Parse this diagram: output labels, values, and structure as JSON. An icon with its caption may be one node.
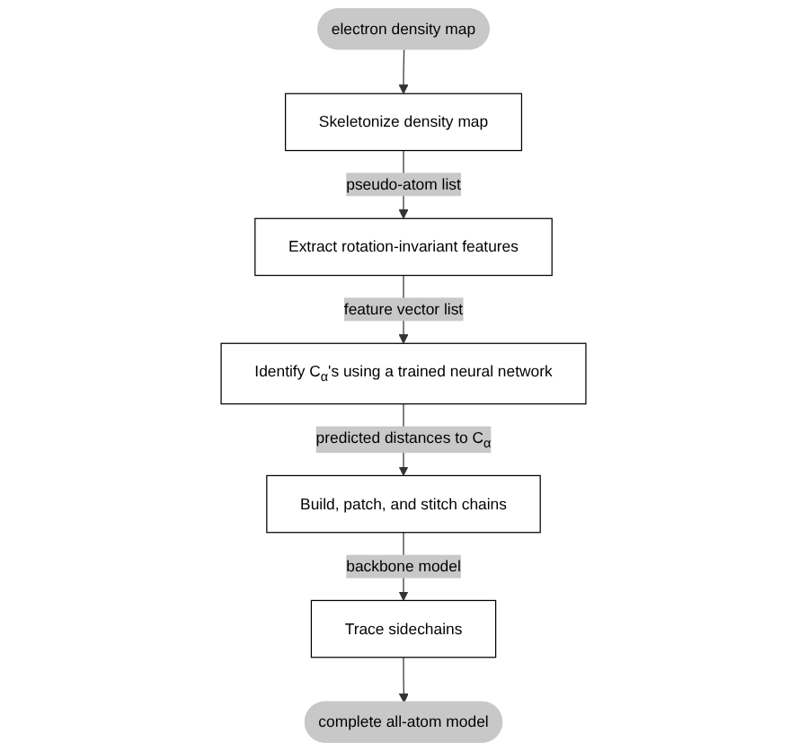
{
  "diagram": {
    "nodes": [
      {
        "text": [
          "electron density map"
        ]
      },
      {
        "text": [
          "Skeletonize density map"
        ]
      },
      {
        "text": [
          "Extract rotation-invariant features"
        ]
      },
      {
        "text": [
          "Identify C$_{α}$'s using a trained neural network"
        ]
      },
      {
        "text": [
          "Build, patch, and stitch chains"
        ]
      },
      {
        "text": [
          "Trace sidechains"
        ]
      },
      {
        "text": [
          "complete all-atom model"
        ]
      }
    ],
    "edges": [
      {
        "from": 0,
        "to": 1,
        "arrow": "to"
      },
      {
        "from": 1,
        "to": 2,
        "arrow": "to",
        "label": "pseudo-atom list"
      },
      {
        "from": 2,
        "to": 3,
        "arrow": "to",
        "label": "feature vector list"
      },
      {
        "from": 3,
        "to": 4,
        "arrow": "to",
        "label": "predicted distances to C$_{α}$"
      },
      {
        "from": 4,
        "to": 5,
        "arrow": "to",
        "label": "backbone model"
      },
      {
        "from": 5,
        "to": 6,
        "arrow": "to"
      }
    ]
  }
}
